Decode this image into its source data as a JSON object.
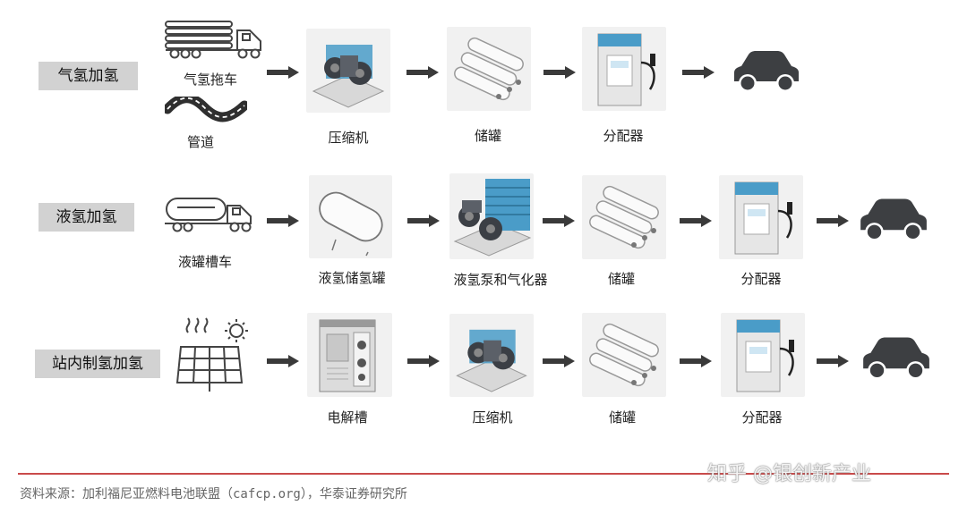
{
  "rows": [
    {
      "label": "气氢加氢",
      "source_items": [
        {
          "label": "气氢拖车",
          "icon": "tube-trailer-truck-icon"
        },
        {
          "label": "管道",
          "icon": "pipeline-icon"
        }
      ],
      "steps": [
        {
          "label": "压缩机",
          "icon": "compressor-icon"
        },
        {
          "label": "储罐",
          "icon": "storage-tank-icon"
        },
        {
          "label": "分配器",
          "icon": "dispenser-icon"
        }
      ],
      "end_icon": "car-icon"
    },
    {
      "label": "液氢加氢",
      "source_items": [
        {
          "label": "液罐槽车",
          "icon": "tanker-truck-icon"
        }
      ],
      "steps": [
        {
          "label": "液氢储氢罐",
          "icon": "liquid-hydrogen-tank-icon"
        },
        {
          "label": "液氢泵和气化器",
          "icon": "pump-vaporizer-icon"
        },
        {
          "label": "储罐",
          "icon": "storage-tank-icon"
        },
        {
          "label": "分配器",
          "icon": "dispenser-icon"
        }
      ],
      "end_icon": "car-icon"
    },
    {
      "label": "站内制氢加氢",
      "source_items": [
        {
          "label": "",
          "icon": "solar-panel-icon"
        }
      ],
      "steps": [
        {
          "label": "电解槽",
          "icon": "electrolyzer-icon"
        },
        {
          "label": "压缩机",
          "icon": "compressor-icon"
        },
        {
          "label": "储罐",
          "icon": "storage-tank-icon"
        },
        {
          "label": "分配器",
          "icon": "dispenser-icon"
        }
      ],
      "end_icon": "car-icon"
    }
  ],
  "source_note": "资料来源：加利福尼亚燃料电池联盟（cafcp.org），华泰证券研究所",
  "watermark": "知乎 @银创新产业",
  "colors": {
    "label_bg": "#d2d2d2",
    "arrow": "#3a3a3a",
    "car": "#3d3f42",
    "accent_blue": "#4a9cc8",
    "divider": "#c94a4a"
  }
}
